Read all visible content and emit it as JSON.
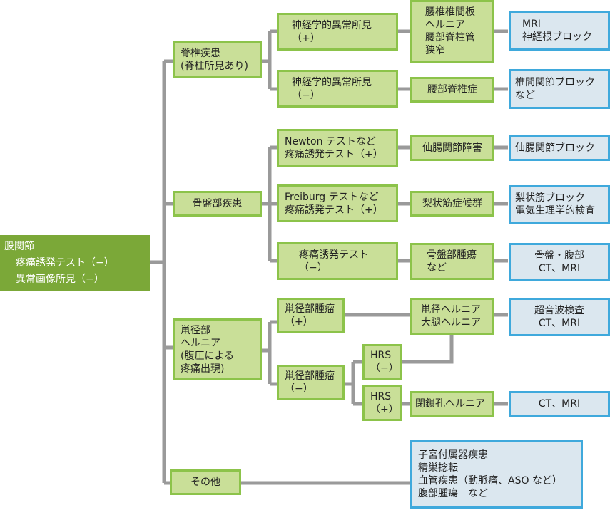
{
  "colors": {
    "root_fill": "#7ba838",
    "diagnosis_fill": "#c9df98",
    "diagnosis_border": "#8cc34a",
    "exam_fill": "#dbe7ef",
    "exam_border": "#3fa9dc",
    "connector": "#9a9a9a"
  },
  "root": {
    "lines": [
      "股関節",
      "疼痛誘発テスト（−）",
      "異常画像所見（−）"
    ]
  },
  "level1": [
    {
      "lines": [
        "脊椎疾患",
        "(脊柱所見あり)"
      ]
    },
    {
      "lines": [
        "骨盤部疾患"
      ]
    },
    {
      "lines": [
        "鼡径部",
        "ヘルニア",
        "(腹圧による",
        "疼痛出現)"
      ]
    },
    {
      "lines": [
        "その他"
      ]
    }
  ],
  "level2": [
    {
      "lines": [
        "神経学的異常所見",
        "（+）"
      ]
    },
    {
      "lines": [
        "神経学的異常所見",
        "（−）"
      ]
    },
    {
      "lines": [
        "Newton テストなど",
        "疼痛誘発テスト（+）"
      ]
    },
    {
      "lines": [
        "Freiburg テストなど",
        "疼痛誘発テスト（+）"
      ]
    },
    {
      "lines": [
        "疼痛誘発テスト",
        "（−）"
      ]
    },
    {
      "lines": [
        "鼡径部腫瘤",
        "（+）"
      ]
    },
    {
      "lines": [
        "鼡径部腫瘤",
        "（−）"
      ]
    }
  ],
  "level3": [
    {
      "lines": [
        "HRS",
        "（−）"
      ]
    },
    {
      "lines": [
        "HRS",
        "（+）"
      ]
    }
  ],
  "diagnoses": [
    {
      "lines": [
        "腰椎椎間板",
        "ヘルニア",
        "腰部脊柱管",
        "狭窄"
      ]
    },
    {
      "lines": [
        "腰部脊椎症"
      ]
    },
    {
      "lines": [
        "仙腸関節障害"
      ]
    },
    {
      "lines": [
        "梨状筋症候群"
      ]
    },
    {
      "lines": [
        "骨盤部腫瘍",
        "など"
      ]
    },
    {
      "lines": [
        "鼡径ヘルニア",
        "大腿ヘルニア"
      ]
    },
    {
      "lines": [
        "閉鎖孔ヘルニア"
      ]
    }
  ],
  "exams": [
    {
      "lines": [
        "MRI",
        "神経根ブロック"
      ]
    },
    {
      "lines": [
        "椎間関節ブロック",
        "など"
      ]
    },
    {
      "lines": [
        "仙腸関節ブロック"
      ]
    },
    {
      "lines": [
        "梨状筋ブロック",
        "電気生理学的検査"
      ]
    },
    {
      "lines": [
        "骨盤・腹部",
        "CT、MRI"
      ]
    },
    {
      "lines": [
        "超音波検査",
        "CT、MRI"
      ]
    },
    {
      "lines": [
        "CT、MRI"
      ]
    },
    {
      "lines": [
        "子宮付属器疾患",
        "精巣捻転",
        "血管疾患（動脈瘤、ASO など）",
        "腹部腫瘍　など"
      ]
    }
  ]
}
